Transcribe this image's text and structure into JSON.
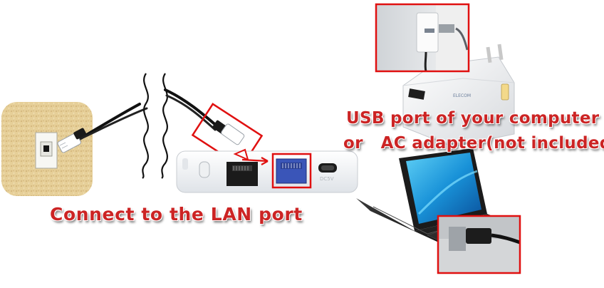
{
  "captions": {
    "lan_port": "Connect to the LAN port",
    "power_line1": "USB port of your computer",
    "power_line2": "or   AC adapter(not included)"
  },
  "device_text": {
    "brand": "ELECOM",
    "dc_label": "DC5V"
  },
  "colors": {
    "highlight": "#e01010",
    "caption": "#cc2424",
    "wall_plate": "#e4cc94",
    "lan_port_blue": "#3a55b8"
  },
  "icons": [
    "wave-break-icon",
    "arrow-icon"
  ]
}
